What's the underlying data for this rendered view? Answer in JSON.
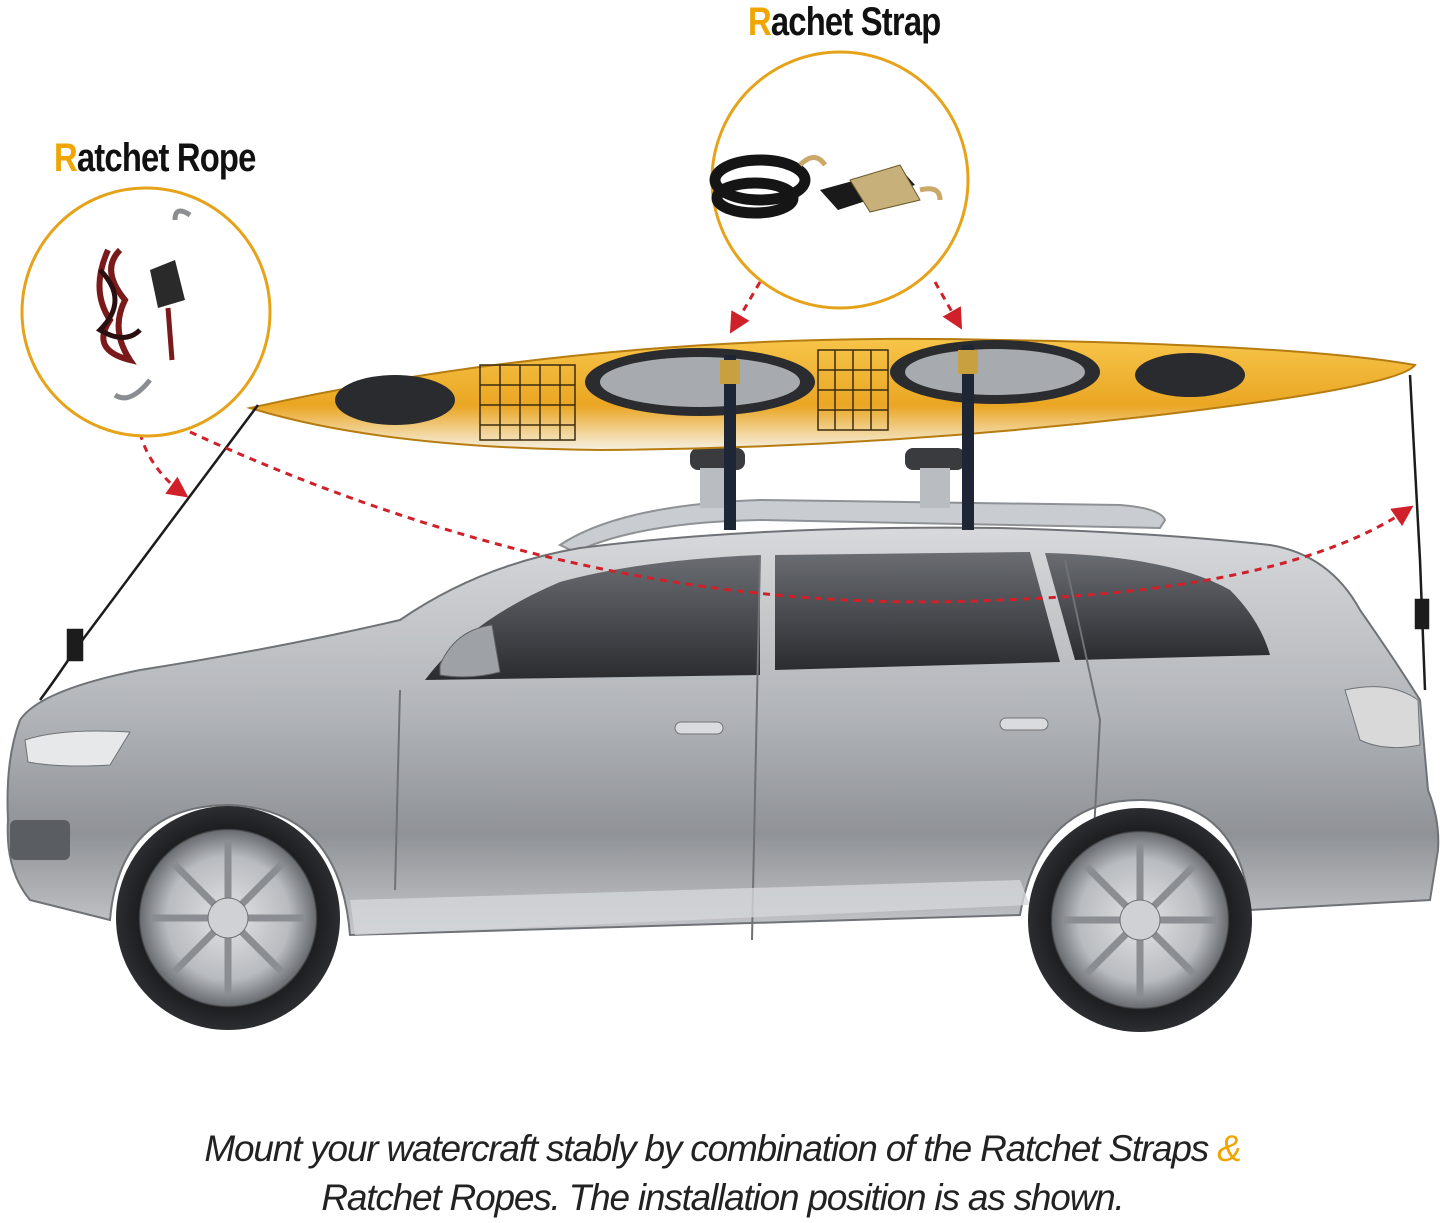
{
  "labels": {
    "rachet_strap": {
      "initial": "R",
      "rest": "achet Strap"
    },
    "ratchet_rope": {
      "initial": "R",
      "rest": "atchet Rope"
    }
  },
  "caption": {
    "line1_text": "Mount your watercraft stably by combination of the Ratchet Straps",
    "line1_amp": "&",
    "line2_text": "Ratchet Ropes. The installation position is as shown."
  },
  "colors": {
    "accent": "#f0a500",
    "arrow_red": "#d0202a",
    "kayak_yellow": "#f2b42c",
    "car_silver": "#a9acb0"
  },
  "icons": [
    "ratchet-strap-icon",
    "ratchet-rope-icon",
    "kayak-icon",
    "suv-icon"
  ]
}
